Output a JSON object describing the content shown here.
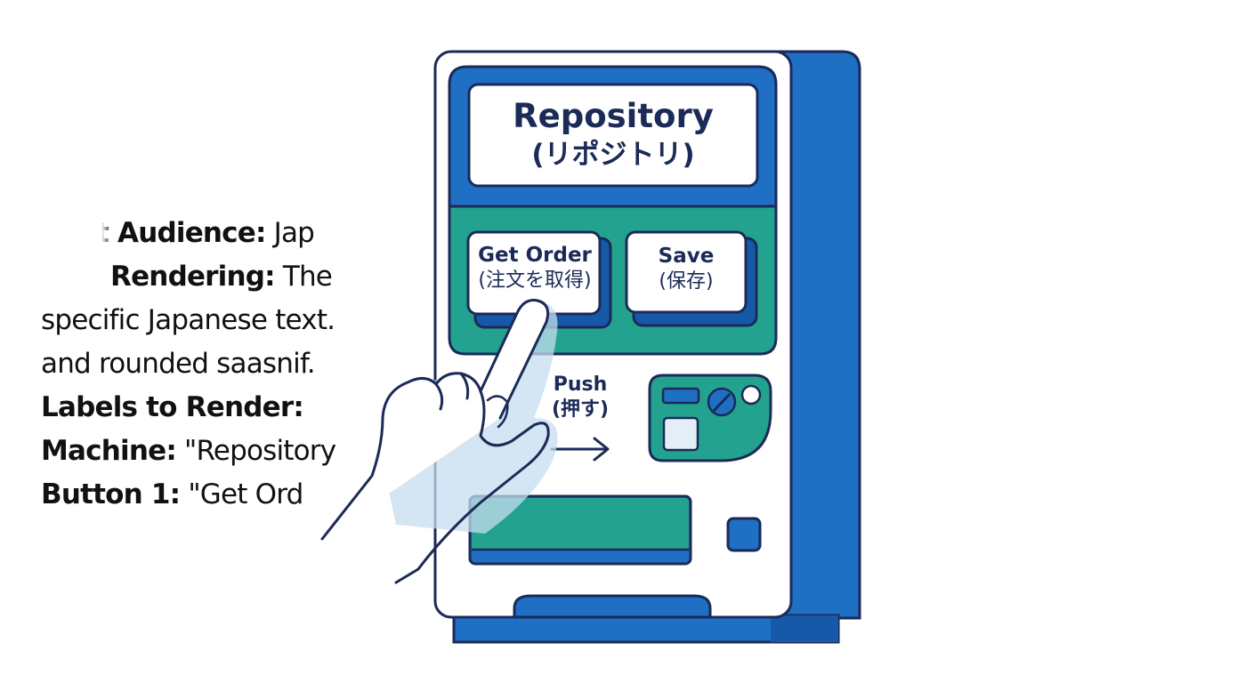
{
  "notes": {
    "lines": [
      {
        "bold": "t Audience:",
        "text": " Jap"
      },
      {
        "bold": "Rendering:",
        "text": " The"
      },
      {
        "bold": "",
        "text": "specific Japanese text."
      },
      {
        "bold": "",
        "text": "and rounded saasnif."
      },
      {
        "bold": "Labels to Render:",
        "text": ""
      },
      {
        "bold": "Machine:",
        "text": " \"Repository"
      },
      {
        "bold": "Button 1:",
        "text": " \"Get Ord"
      }
    ]
  },
  "machine": {
    "screen_title": "Repository",
    "screen_subtitle": "(リポジトリ)",
    "button1_label": "Get Order",
    "button1_sub": "(注文を取得)",
    "button2_label": "Save",
    "button2_sub": "(保存)",
    "push_label": "Push",
    "push_sub": "(押す)"
  },
  "colors": {
    "outline": "#1b2a57",
    "blue": "#1f6fc4",
    "blue_dark": "#1559a8",
    "teal": "#23a38f",
    "white": "#ffffff",
    "light_blue": "#c5dcef"
  }
}
